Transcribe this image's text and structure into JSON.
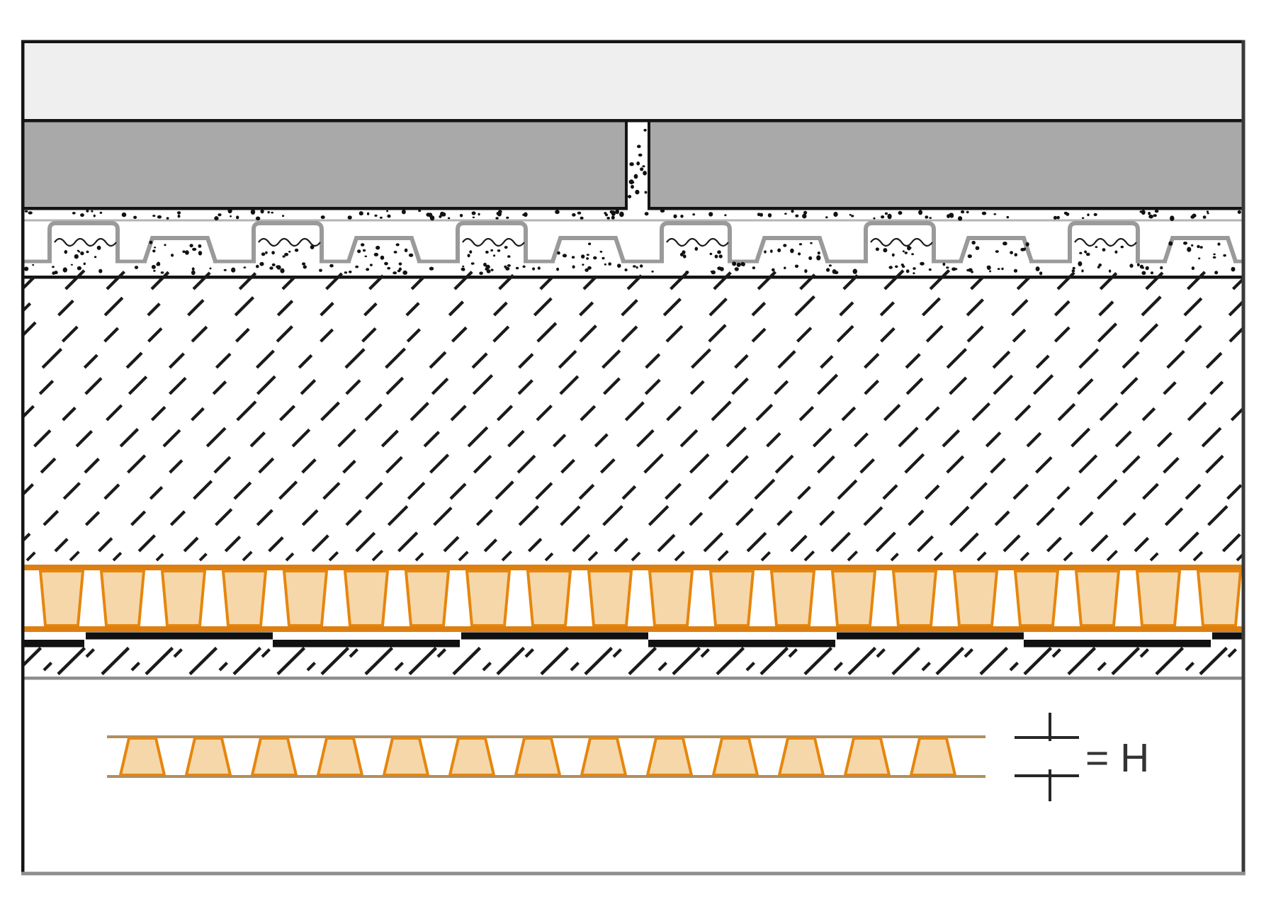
{
  "diagram": {
    "kind": "construction-cross-section",
    "subject": "tiled floor assembly with uncoupling membrane over screed",
    "legend": {
      "equals_label": "= H"
    },
    "colors": {
      "page_bg": "#FFFFFF",
      "frame_dark": "#141414",
      "frame_right": "#3A3A3A",
      "frame_bottom": "#8E8E8E",
      "top_band_gray": "#EFEFEF",
      "tile_gray": "#A9A9A9",
      "line_black": "#141414",
      "membrane_gray": "#9A9A9A",
      "membrane_gray_thin": "#B5B5B5",
      "speckle_black": "#111111",
      "hatch_black": "#1A1A1A",
      "orange_line": "#DD7F10",
      "orange_stroke": "#E6860E",
      "orange_fill": "#F6D7A9",
      "legend_line_tan": "#B08E5E",
      "bonding_black": "#111111",
      "dim_line": "#262626",
      "text_color": "#333333",
      "white": "#FFFFFF"
    },
    "layers": [
      {
        "name": "top-slab-band",
        "role": "upper structure band"
      },
      {
        "name": "tile-covering",
        "role": "tile layer with central grout joint"
      },
      {
        "name": "thinset-and-uncoupling-interface",
        "role": "speckled thin-set with gray membrane profile, wavy fill lines"
      },
      {
        "name": "screed",
        "role": "diagonal dash hatch field"
      },
      {
        "name": "orange-uncoupling-membrane",
        "role": "orange trapezoid stud membrane"
      },
      {
        "name": "bonding-layer",
        "role": "staggered black dash band"
      },
      {
        "name": "substrate",
        "role": "diagonal line hatch band"
      },
      {
        "name": "legend-membrane-strip",
        "role": "isolated membrane symbol"
      },
      {
        "name": "height-dimension",
        "role": "dimension ticks with label = H"
      }
    ]
  }
}
